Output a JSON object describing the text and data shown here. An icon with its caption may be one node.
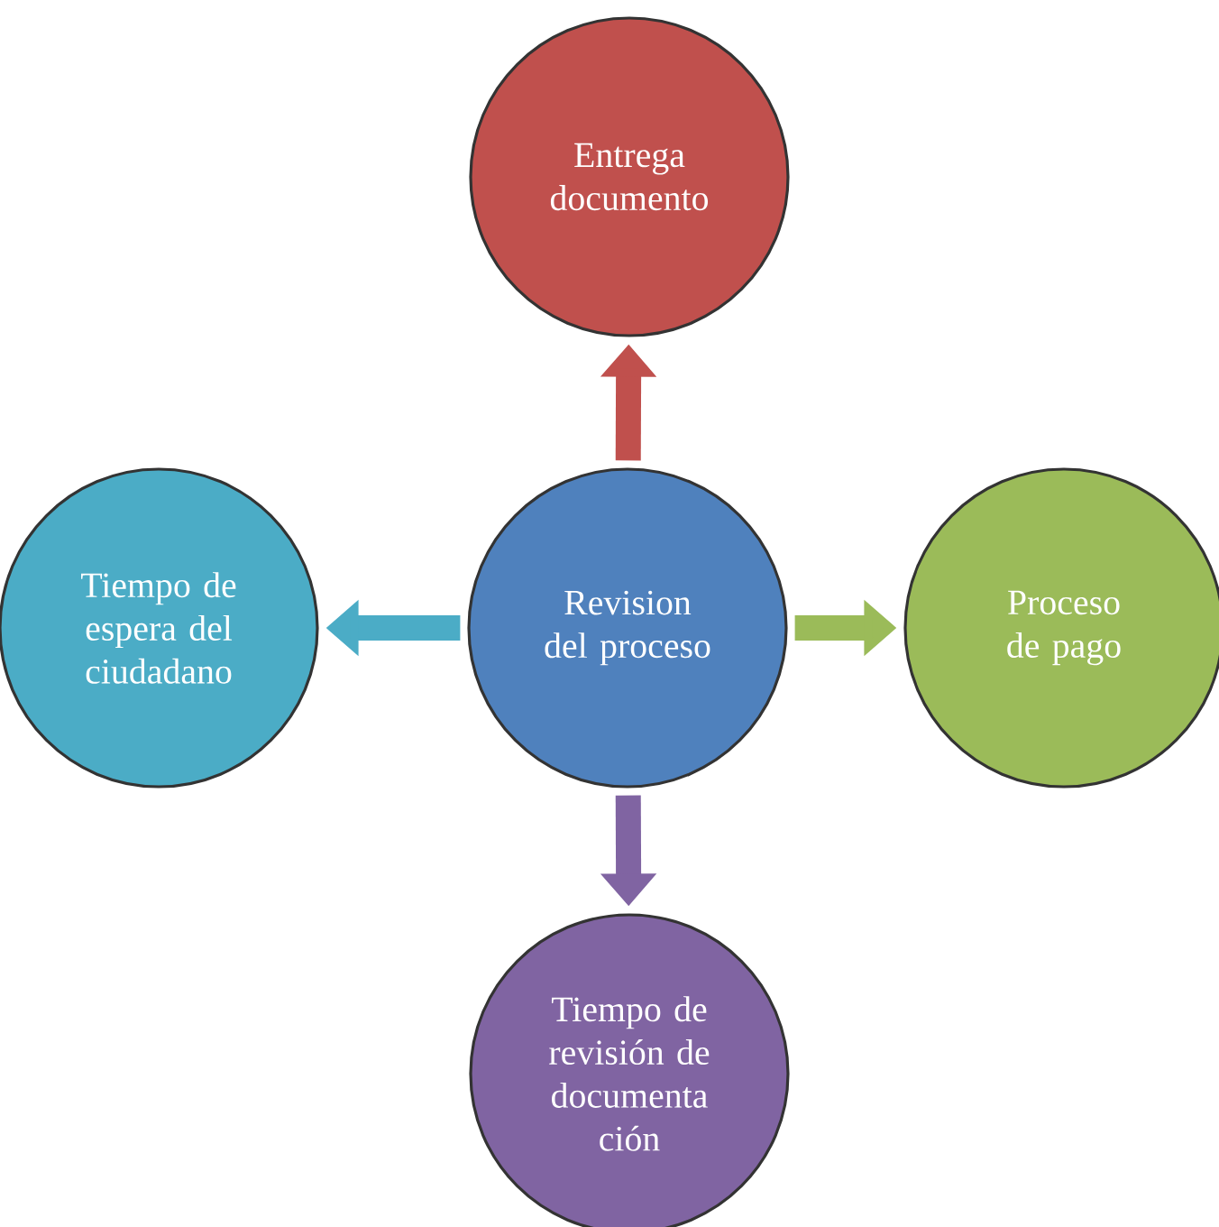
{
  "diagram": {
    "nodes": [
      {
        "text": [
          "Entrega documento"
        ]
      },
      {
        "text": [
          "Tiempo de espera del ciudadano"
        ]
      },
      {
        "text": [
          "Revision del proceso"
        ]
      },
      {
        "text": [
          "Proceso de pago"
        ]
      },
      {
        "text": [
          "Tiempo de revisión de documenta ción"
        ]
      }
    ],
    "edges": [
      {
        "from": 2,
        "to": 0,
        "arrow": "to",
        "color": "#c0504d"
      },
      {
        "from": 2,
        "to": 1,
        "arrow": "to",
        "color": "#4bacc6"
      },
      {
        "from": 2,
        "to": 3,
        "arrow": "to",
        "color": "#9bbb59"
      },
      {
        "from": 2,
        "to": 4,
        "arrow": "to",
        "color": "#8064a2"
      }
    ]
  }
}
